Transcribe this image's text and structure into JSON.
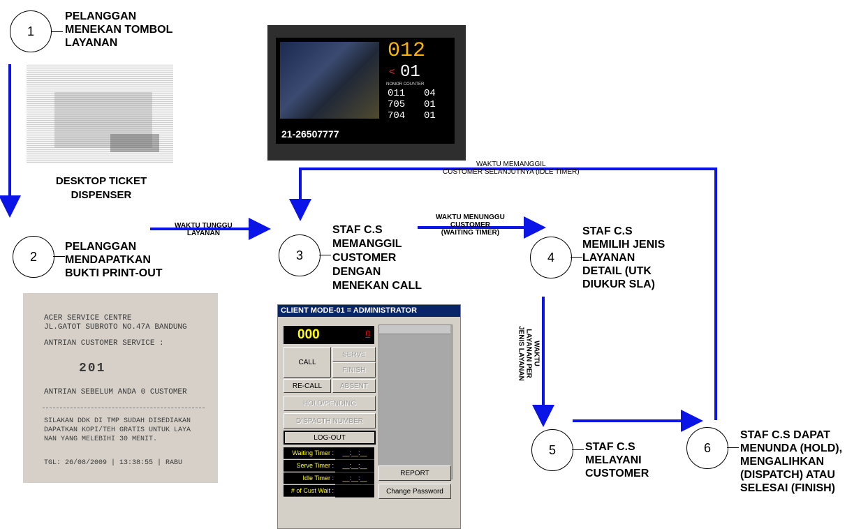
{
  "steps": [
    {
      "num": "1",
      "text": "PELANGGAN\nMENEKAN TOMBOL\nLAYANAN"
    },
    {
      "num": "2",
      "text": "PELANGGAN\nMENDAPATKAN\nBUKTI PRINT-OUT"
    },
    {
      "num": "3",
      "text": "STAF C.S\nMEMANGGIL\nCUSTOMER\nDENGAN\nMENEKAN CALL"
    },
    {
      "num": "4",
      "text": "STAF C.S\nMEMILIH JENIS\nLAYANAN\nDETAIL (UTK\nDIUKUR SLA)"
    },
    {
      "num": "5",
      "text": "STAF C.S\nMELAYANI\nCUSTOMER"
    },
    {
      "num": "6",
      "text": "STAF C.S DAPAT\nMENUNDA (HOLD),\nMENGALIHKAN\n(DISPATCH) ATAU\nSELESAI (FINISH)"
    }
  ],
  "captions": {
    "dispenser": "DESKTOP TICKET\nDISPENSER"
  },
  "arrow_labels": {
    "wait_service": "WAKTU TUNGGU\nLAYANAN",
    "wait_customer": "WAKTU MENUNGGU\nCUSTOMER\n(WAITING TIMER)",
    "idle": "WAKTU MEMANGGIL\nCUSTOMER SELANJUTNYA (IDLE TIMER)",
    "service_time": "WAKTU\nLAYANAN PER\nJENIS LAYANAN"
  },
  "display": {
    "main_number": "012",
    "counter": "01",
    "counter_label": "NOMOR COUNTER",
    "rows": [
      {
        "number": "011",
        "counter": "04"
      },
      {
        "number": "705",
        "counter": "01"
      },
      {
        "number": "704",
        "counter": "01"
      }
    ],
    "phone": "21-26507777"
  },
  "receipt": {
    "line1": "ACER SERVICE CENTRE",
    "line2": "JL.GATOT SUBROTO NO.47A BANDUNG",
    "line3": "ANTRIAN CUSTOMER SERVICE :",
    "number": "201",
    "line4": "ANTRIAN SEBELUM ANDA 0 CUSTOMER",
    "line5": "SILAKAN DDK DI TMP SUDAH DISEDIAKAN",
    "line6": "DAPATKAN KOPI/TEH GRATIS UNTUK LAYA",
    "line7": "NAN YANG MELEBIHI 30 MENIT.",
    "line8": "TGL: 26/08/2009 | 13:38:55 | RABU"
  },
  "client": {
    "title": "CLIENT MODE-01 = ADMINISTRATOR",
    "number": "000",
    "indicator": "0",
    "buttons": {
      "call": "CALL",
      "serve": "SERVE",
      "finish": "FINISH",
      "recall": "RE-CALL",
      "absent": "ABSENT",
      "hold": "HOLD/PENDING",
      "dispatch": "DISPACTH NUMBER",
      "logout": "LOG-OUT",
      "report": "REPORT",
      "change_password": "Change Password"
    },
    "timers": [
      {
        "label": "Waiting Timer :",
        "value": "__:__:__"
      },
      {
        "label": "Serve Timer :",
        "value": "__:__:__"
      },
      {
        "label": "Idle Timer :",
        "value": "__:__:__"
      },
      {
        "label": "# of Cust Wait :",
        "value": ""
      }
    ]
  },
  "colors": {
    "arrow": "#0a14e6",
    "titlebar": "#0a246a",
    "lcd_digits": "#ffff00"
  }
}
